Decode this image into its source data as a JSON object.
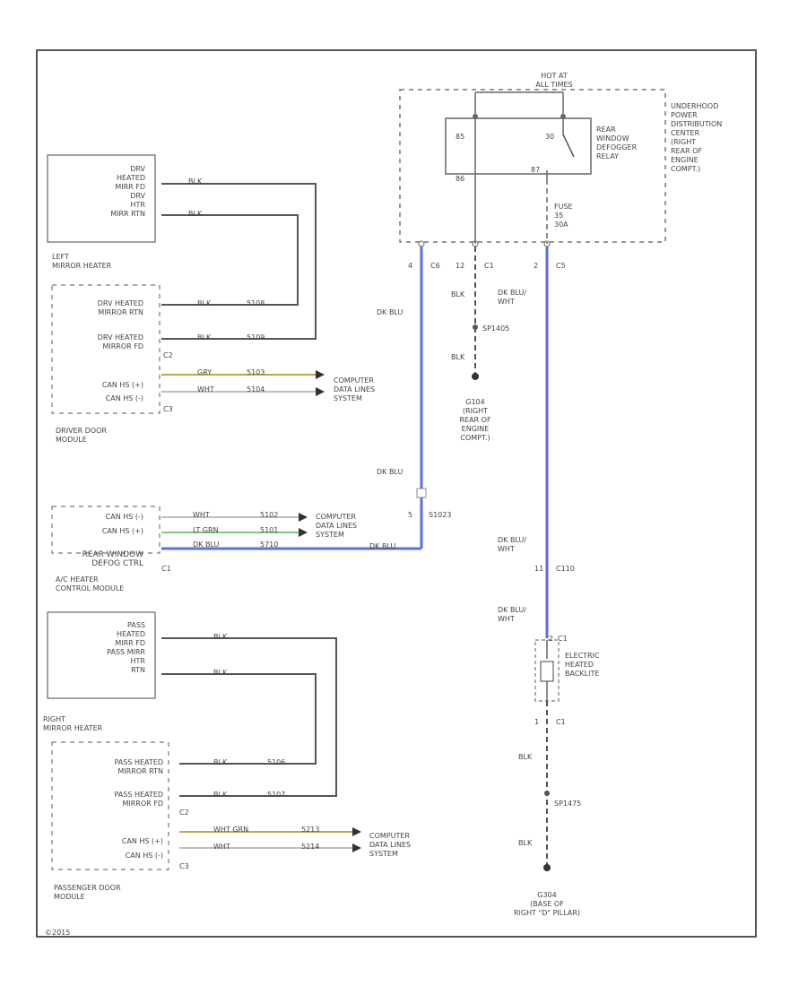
{
  "labels": {
    "hot_at": "HOT AT\nALL TIMES",
    "underhood_block": "UNDERHOOD\nPOWER\nDISTRIBUTION\nCENTER\n(RIGHT\nREAR OF\nENGINE\nCOMPT.)",
    "relay_name": "REAR\nWINDOW\nDEFOGGER\nRELAY",
    "relay_85": "85",
    "relay_30": "30",
    "relay_86": "86",
    "relay_87": "87",
    "fuse": "FUSE\n35\n30A",
    "pin_4": "4",
    "conn_c6": "C6",
    "pin_12": "12",
    "conn_c1_top": "C1",
    "pin_2": "2",
    "conn_c5": "C5",
    "dkblu_1": "DK BLU",
    "blk_1": "BLK",
    "dkblu_wht_1": "DK BLU/\nWHT",
    "sp1405": "SP1405",
    "blk_2": "BLK",
    "g104": "G104\n(RIGHT\nREAR OF\nENGINE\nCOMPT.)",
    "left_mirror_box": "DRV\nHEATED\nMIRR FD\nDRV\nHTR\nMIRR RTN",
    "left_mirror_name": "LEFT\nMIRROR HEATER",
    "blk_lm1": "BLK",
    "blk_lm2": "BLK",
    "ddm_rtn": "DRV HEATED\nMIRROR RTN",
    "ddm_fd": "DRV HEATED\nMIRROR FD",
    "ddm_conn_c2": "C2",
    "ddm_canh": "CAN HS (+)",
    "ddm_canl": "CAN HS (-)",
    "ddm_conn_c3": "C3",
    "ddm_w1": "BLK",
    "ddm_c1": "5108",
    "ddm_w2": "BLK",
    "ddm_c2": "5109",
    "ddm_w3": "GRY",
    "ddm_c3": "5103",
    "ddm_w4": "WHT",
    "ddm_c4": "5104",
    "ddm_computer": "COMPUTER\nDATA LINES\nSYSTEM",
    "ddm_name": "DRIVER DOOR\nMODULE",
    "dkblu_2": "DK BLU",
    "splice_s": "5",
    "splice_name": "S1023",
    "ac_canl": "CAN HS (-)",
    "ac_canh": "CAN HS (+)",
    "ac_rwd": "REAR WINDOW\nDEFOG CTRL",
    "ac_c1": "C1",
    "ac_w1": "WHT",
    "ac_c1n": "5102",
    "ac_w2": "LT GRN",
    "ac_c2n": "5101",
    "ac_w3": "DK BLU",
    "ac_c3n": "5710",
    "ac_w4": "DK BLU",
    "ac_computer": "COMPUTER\nDATA LINES\nSYSTEM",
    "ac_name": "A/C HEATER\nCONTROL MODULE",
    "dkblu_wht_2": "DK BLU/\nWHT",
    "c1_s": "11",
    "c1_conn": "C110",
    "dkblu_wht_3": "DK BLU/\nWHT",
    "backlite_pin2": "2",
    "backlite_conn": "C1",
    "backlite_name": "ELECTRIC\nHEATED\nBACKLITE",
    "backlite_pin1": "1",
    "backlite_c1": "C1",
    "blk_3": "BLK",
    "sp1475": "SP1475",
    "blk_4": "BLK",
    "g304": "G304\n(BASE OF\nRIGHT \"D\" PILLAR)",
    "right_mirror_box": "PASS\nHEATED\nMIRR FD\nPASS MIRR\nHTR\nRTN",
    "right_mirror_name": "RIGHT\nMIRROR HEATER",
    "blk_rm1": "BLK",
    "blk_rm2": "BLK",
    "pdm_rtn": "PASS HEATED\nMIRROR RTN",
    "pdm_fd": "PASS HEATED\nMIRROR FD",
    "pdm_conn_c2": "C2",
    "pdm_canh": "CAN HS (+)",
    "pdm_canl": "CAN HS (-)",
    "pdm_conn_c3": "C3",
    "pdm_w1": "BLK",
    "pdm_c1": "5106",
    "pdm_w2": "BLK",
    "pdm_c2": "5107",
    "pdm_w3": "WHT GRN",
    "pdm_c3": "5213",
    "pdm_w4": "WHT",
    "pdm_c4": "5214",
    "pdm_computer": "COMPUTER\nDATA LINES\nSYSTEM",
    "pdm_name": "PASSENGER DOOR\nMODULE",
    "footer": "©2015"
  },
  "colors": {
    "wire_dark": "#555555",
    "wire_blue": "#5b6fe0",
    "wire_tan": "#c9a24a",
    "wire_green": "#7cc97c"
  }
}
